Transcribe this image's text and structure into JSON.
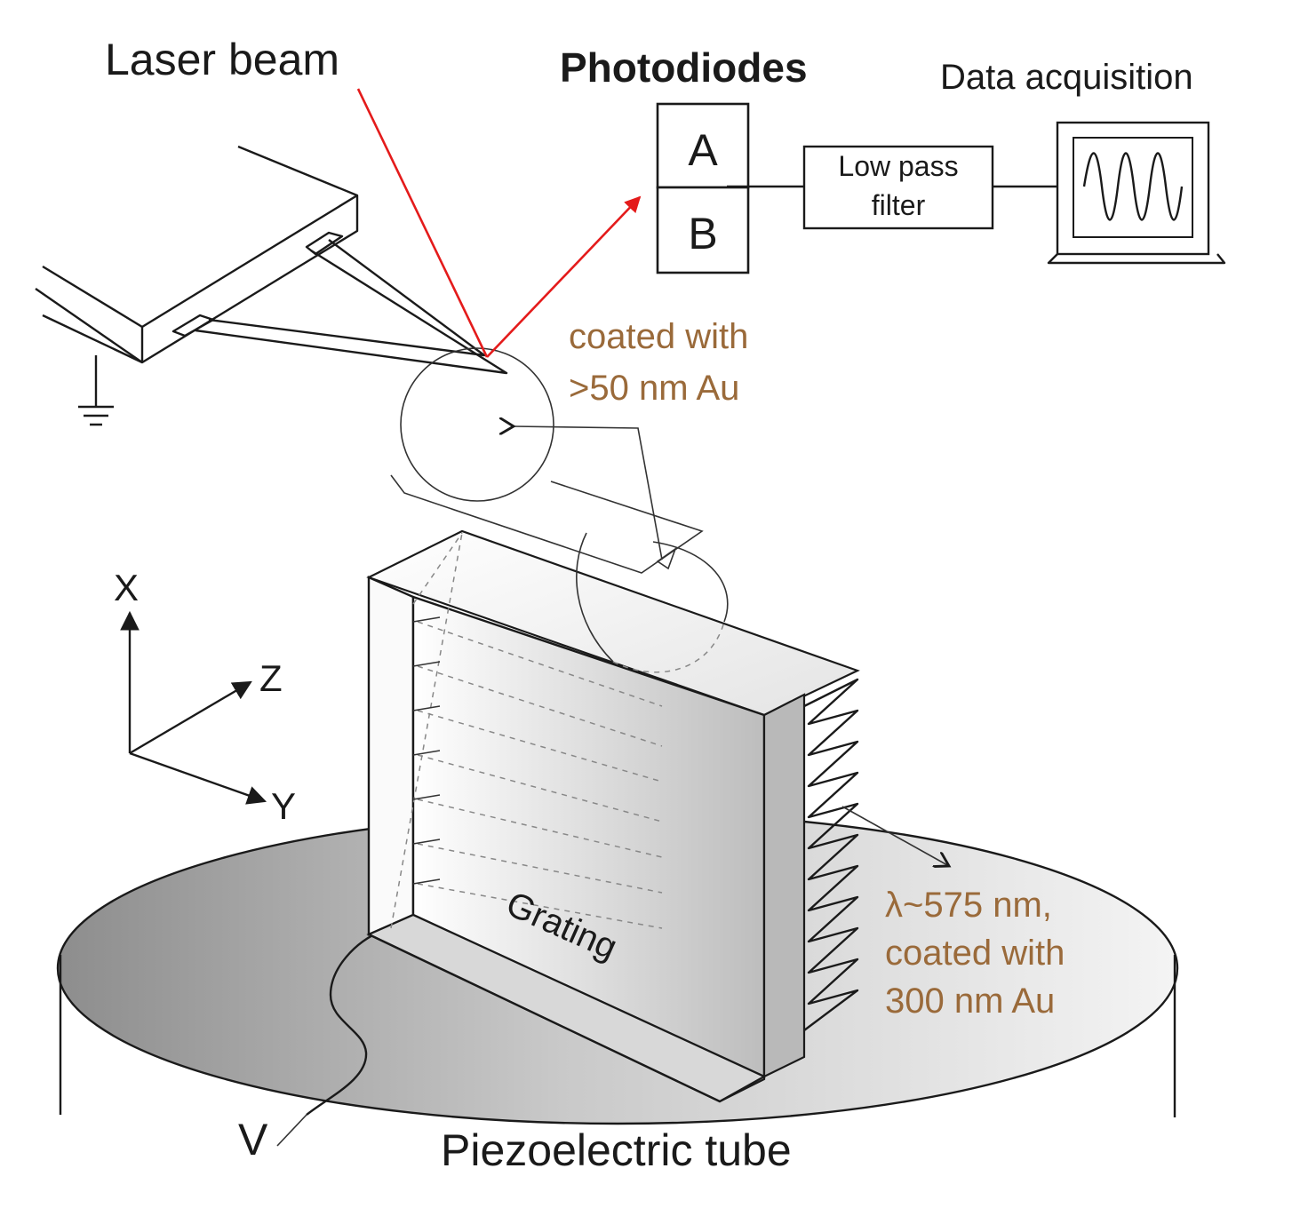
{
  "labels": {
    "laser_beam": "Laser beam",
    "photodiodes": "Photodiodes",
    "data_acquisition": "Data acquisition",
    "diode_a": "A",
    "diode_b": "B",
    "low_pass_line1": "Low pass",
    "low_pass_line2": "filter",
    "tip_coating_line1": "coated with",
    "tip_coating_line2": ">50 nm Au",
    "axis_x": "X",
    "axis_z": "Z",
    "axis_y": "Y",
    "grating": "Grating",
    "grating_spec_line1": "λ~575 nm,",
    "grating_spec_line2": "coated with",
    "grating_spec_line3": "300 nm Au",
    "voltage": "V",
    "piezo_tube": "Piezoelectric tube"
  },
  "colors": {
    "laser": "#e41b1b",
    "annotation": "#9a6a3a",
    "ink": "#1a1a1a"
  }
}
